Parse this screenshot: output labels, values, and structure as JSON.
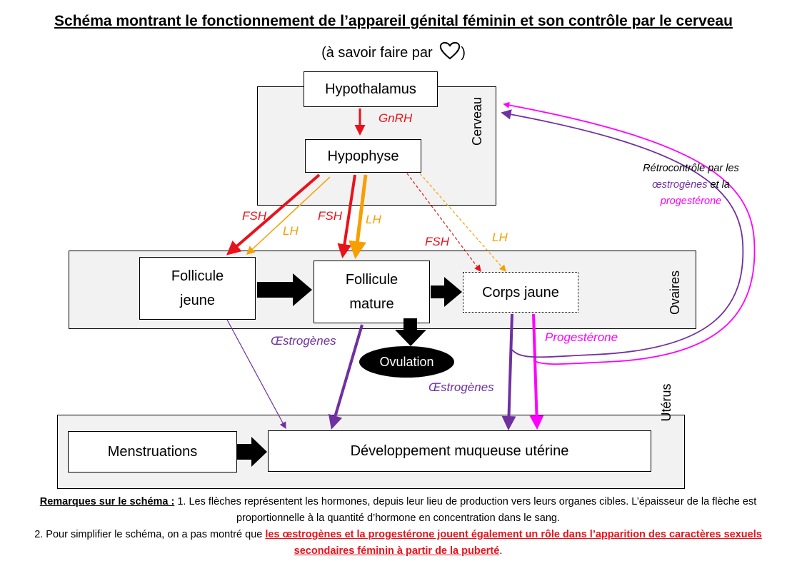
{
  "title": "Schéma montrant le fonctionnement de l’appareil génital féminin et son contrôle par le cerveau",
  "subtitle": "(à savoir faire par",
  "subtitle_close": ")",
  "subtitle_icon": "heart-outline-icon",
  "regions": {
    "cerveau": "Cerveau",
    "ovaires": "Ovaires",
    "uterus": "Utérus"
  },
  "boxes": {
    "hypothalamus": "Hypothalamus",
    "hypophyse": "Hypophyse",
    "follicule_jeune_1": "Follicule",
    "follicule_jeune_2": "jeune",
    "follicule_mature_1": "Follicule",
    "follicule_mature_2": "mature",
    "corps_jaune": "Corps jaune",
    "ovulation": "Ovulation",
    "menstruations": "Menstruations",
    "developpement": "Développement muqueuse utérine"
  },
  "hormones": {
    "gnrh": "GnRH",
    "fsh_1": "FSH",
    "lh_1": "LH",
    "fsh_2": "FSH",
    "lh_2": "LH",
    "fsh_3": "FSH",
    "lh_3": "LH",
    "oestrogenes_1": "Œstrogènes",
    "oestrogenes_2": "Œstrogènes",
    "progesterone": "Progestérone"
  },
  "retrocontrole": {
    "line1": "Rétrocontrôle par les",
    "line2a": "œstrogènes",
    "line2b": " et la",
    "line3": "progestérone"
  },
  "remarks": {
    "title": "Remarques sur le schéma :",
    "p1": " 1. Les flèches représentent les hormones, depuis leur lieu de production vers leurs organes cibles. L’épaisseur de la flèche est proportionnelle à la quantité d’hormone en concentration dans le sang.",
    "p2_start": "2. Pour simplifier le schéma, on a pas montré que ",
    "p2_emph": "les œstrogènes et la progestérone jouent également un rôle dans l’apparition des caractères sexuels secondaires féminin à partir de la puberté",
    "p2_end": "."
  },
  "colors": {
    "fsh": "#e8121b",
    "lh": "#f5a000",
    "oestrogenes": "#7030a0",
    "progesterone": "#ff00ff",
    "region_fill": "#f2f2f2"
  }
}
